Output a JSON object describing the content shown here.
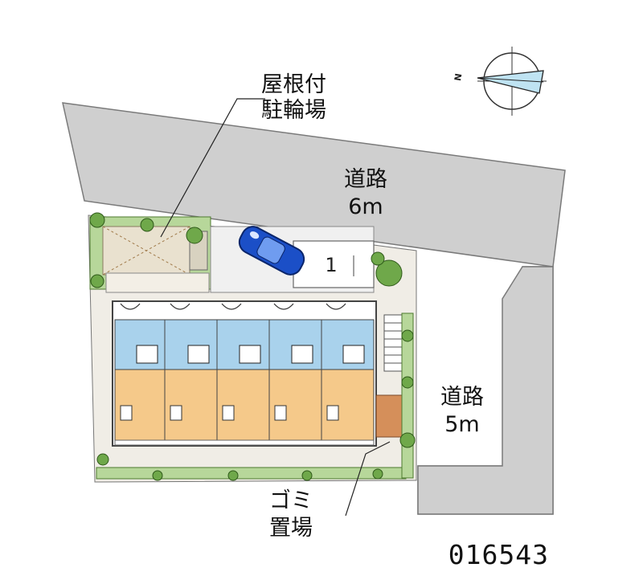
{
  "labels": {
    "bike_parking_line1": "屋根付",
    "bike_parking_line2": "駐輪場",
    "road_north_name": "道路",
    "road_north_width": "6m",
    "road_east_name": "道路",
    "road_east_width": "5m",
    "garbage_line1": "ゴミ",
    "garbage_line2": "置場",
    "parking_space_number": "1",
    "property_code": "016543",
    "compass_north": "N"
  },
  "colors": {
    "road": "#cfcfcf",
    "road_stroke": "#7a7a7a",
    "room_floor": "#f5c98a",
    "bath_area": "#a9d2ec",
    "lot_ground": "#f0ede6",
    "greenery": "#6fa84a",
    "hedge": "#b7d79a",
    "car": "#1b4fc7",
    "compass_needle": "#bfe3f2",
    "stair_brick": "#d58f5a"
  },
  "icons": {
    "compass": "compass-icon",
    "car": "car-icon",
    "tree": "tree-icon"
  }
}
